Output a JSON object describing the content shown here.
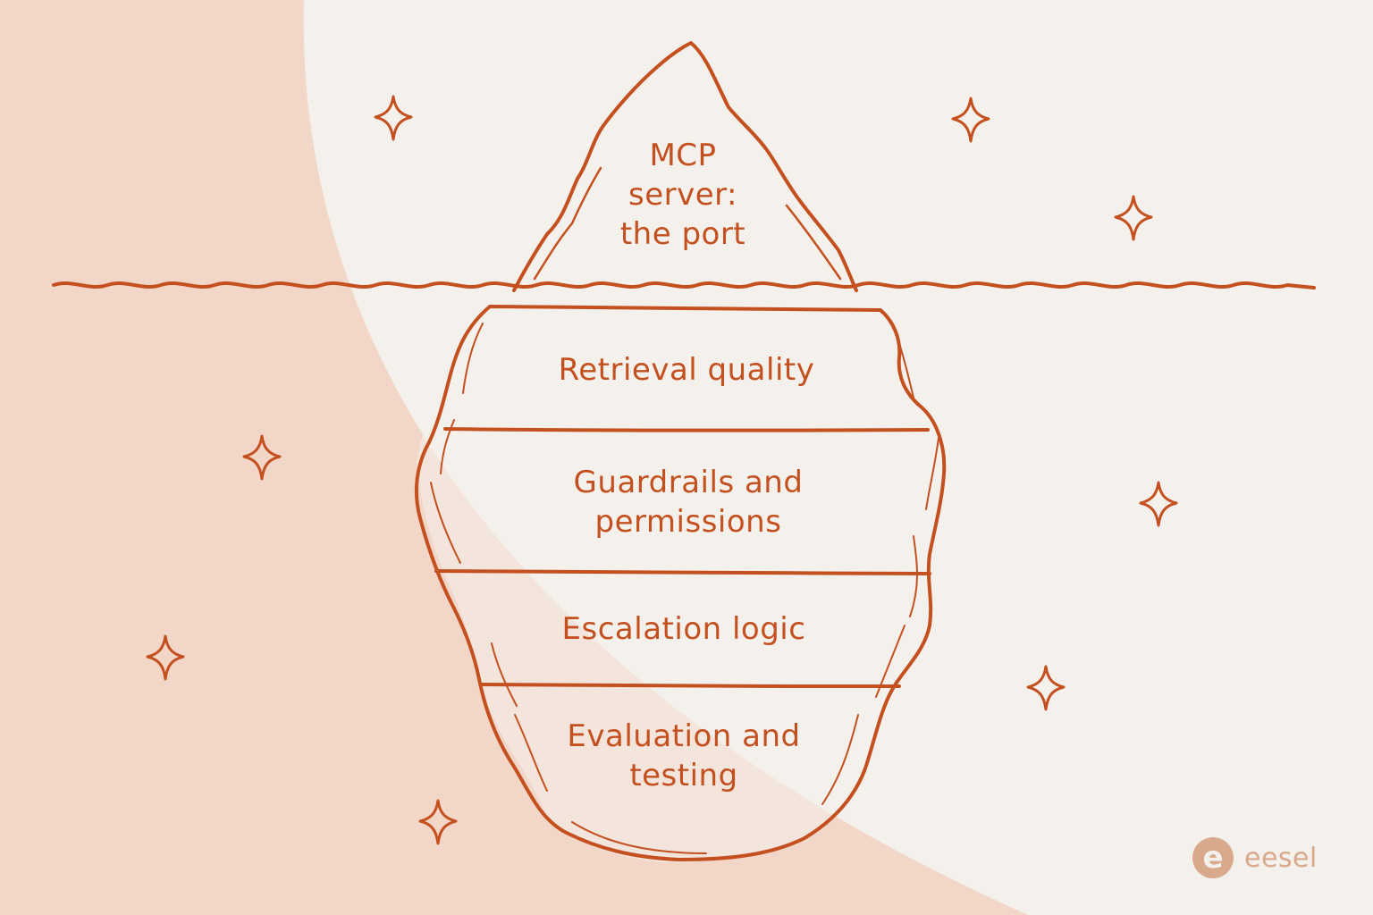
{
  "tip": {
    "lines": [
      "MCP",
      "server:",
      "the port"
    ]
  },
  "layers": [
    {
      "lines": [
        "Retrieval quality"
      ]
    },
    {
      "lines": [
        "Guardrails and",
        "permissions"
      ]
    },
    {
      "lines": [
        "Escalation logic"
      ]
    },
    {
      "lines": [
        "Evaluation and",
        "testing"
      ]
    }
  ],
  "brand": {
    "mark": "e",
    "name": "eesel"
  },
  "colors": {
    "line": "#c4501f",
    "background": "#f4f1ec",
    "band": "#f2d6c8",
    "brand": "#d9a98b"
  }
}
